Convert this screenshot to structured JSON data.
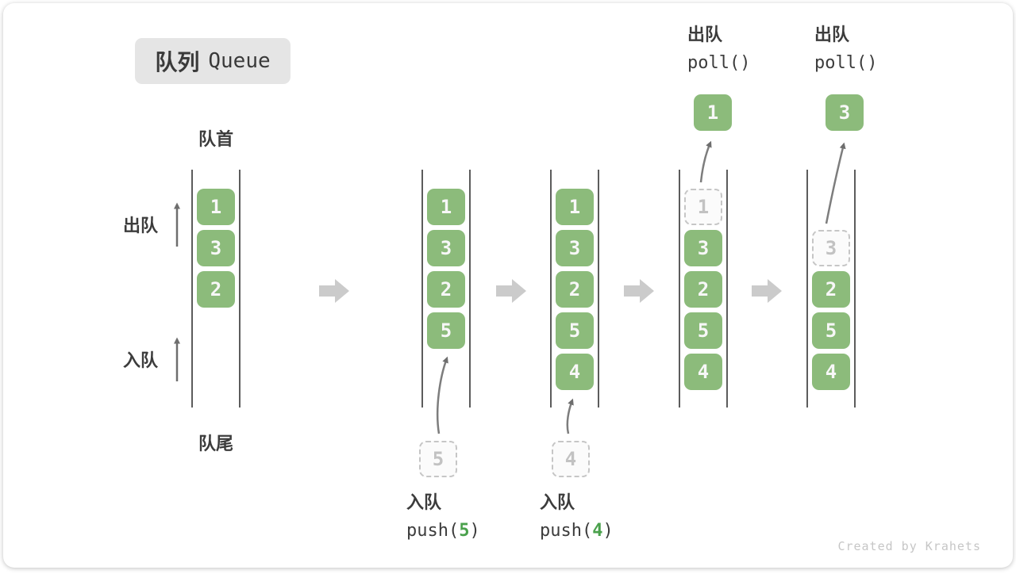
{
  "title": {
    "zh": "队列",
    "en": "Queue"
  },
  "side_labels": {
    "front": "队首",
    "rear": "队尾",
    "dequeue": "出队",
    "enqueue": "入队"
  },
  "queues": [
    {
      "name": "step-1",
      "boxes": [
        {
          "value": "1"
        },
        {
          "value": "3"
        },
        {
          "value": "2"
        }
      ]
    },
    {
      "name": "step-2",
      "boxes": [
        {
          "value": "1"
        },
        {
          "value": "3"
        },
        {
          "value": "2"
        },
        {
          "value": "5"
        }
      ]
    },
    {
      "name": "step-3",
      "boxes": [
        {
          "value": "1"
        },
        {
          "value": "3"
        },
        {
          "value": "2"
        },
        {
          "value": "5"
        },
        {
          "value": "4"
        }
      ]
    },
    {
      "name": "step-4",
      "boxes": [
        {
          "value": "1",
          "removed": true
        },
        {
          "value": "3"
        },
        {
          "value": "2"
        },
        {
          "value": "5"
        },
        {
          "value": "4"
        }
      ]
    },
    {
      "name": "step-5",
      "boxes": [
        {
          "value": "3",
          "removed": true
        },
        {
          "value": "2"
        },
        {
          "value": "5"
        },
        {
          "value": "4"
        }
      ]
    }
  ],
  "operations": {
    "push_5": {
      "label": "入队",
      "code_prefix": "push(",
      "value": "5",
      "code_suffix": ")"
    },
    "push_4": {
      "label": "入队",
      "code_prefix": "push(",
      "value": "4",
      "code_suffix": ")"
    },
    "poll_1": {
      "label": "出队",
      "code": "poll()",
      "value": "1"
    },
    "poll_3": {
      "label": "出队",
      "code": "poll()",
      "value": "3"
    }
  },
  "watermark": "Created by Krahets",
  "colors": {
    "box_green": "#8cbb7b",
    "accent_green": "#4aa14c",
    "text_dark": "#3c3c3c",
    "rail_gray": "#5c5c5c",
    "muted_gray": "#c6c6c6",
    "block_arrow_gray": "#cbcbcb",
    "badge_bg": "#e5e5e5"
  }
}
